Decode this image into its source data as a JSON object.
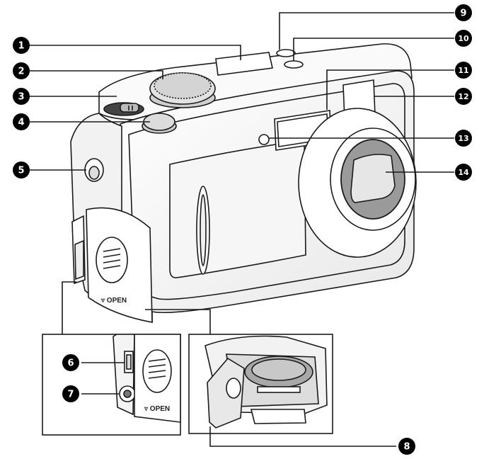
{
  "callouts": [
    {
      "id": 1,
      "label": "1"
    },
    {
      "id": 2,
      "label": "2"
    },
    {
      "id": 3,
      "label": "3"
    },
    {
      "id": 4,
      "label": "4"
    },
    {
      "id": 5,
      "label": "5"
    },
    {
      "id": 6,
      "label": "6"
    },
    {
      "id": 7,
      "label": "7"
    },
    {
      "id": 8,
      "label": "8"
    },
    {
      "id": 9,
      "label": "9"
    },
    {
      "id": 10,
      "label": "10"
    },
    {
      "id": 11,
      "label": "11"
    },
    {
      "id": 12,
      "label": "12"
    },
    {
      "id": 13,
      "label": "13"
    },
    {
      "id": 14,
      "label": "14"
    }
  ],
  "door_label_main": "▿ OPEN",
  "door_label_inset": "▿ OPEN",
  "colors": {
    "outline": "#1a1a1a",
    "body_fill": "#f4f4f4",
    "lens_ring": "#9a9a9a",
    "lens_glass": "#e6e6e6",
    "callout_dot": "#000000"
  }
}
